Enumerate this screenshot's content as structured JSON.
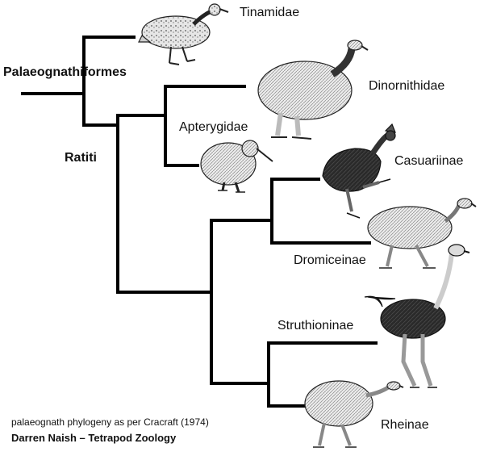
{
  "tree": {
    "clade_labels": {
      "root": "Palaeognathiformes",
      "ratites": "Ratiti"
    },
    "taxa": {
      "tinamidae": "Tinamidae",
      "dinornithidae": "Dinornithidae",
      "apterygidae": "Apterygidae",
      "casuariinae": "Casuariinae",
      "dromiceinae": "Dromiceinae",
      "struthioninae": "Struthioninae",
      "rheinae": "Rheinae"
    },
    "topology": "(Tinamidae, (((Casuariinae, Dromiceinae), (Struthioninae, Rheinae)), (Dinornithidae, Apterygidae)))"
  },
  "illustrations": [
    "tinamou",
    "moa",
    "kiwi",
    "cassowary",
    "emu",
    "ostrich",
    "rhea"
  ],
  "credits": {
    "note": "palaeognath phylogeny as per Cracraft (1974)",
    "author": "Darren Naish – Tetrapod Zoology"
  },
  "colors": {
    "branch": "#000000",
    "background": "#ffffff",
    "plumage_dark": "#1a1a1a",
    "plumage_light": "#d8d8d8"
  }
}
